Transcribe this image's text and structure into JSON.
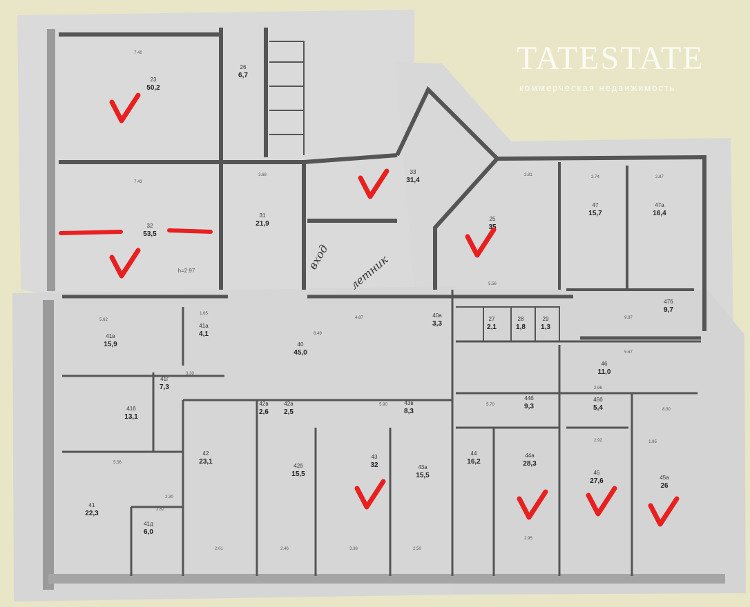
{
  "watermark": {
    "brand": "TATESTATE",
    "tagline": "коммерческая недвижимость"
  },
  "handwritten_note": [
    "вход",
    "летник"
  ],
  "ceiling_height": "h=2.97",
  "colors": {
    "paper": "#dcdcdc",
    "wall": "#555555",
    "mark": "#e82020",
    "table": "#e8e6c6"
  },
  "rooms": [
    {
      "num": "23",
      "area": "50,2",
      "marked": true
    },
    {
      "num": "26",
      "area": "6,7",
      "marked": false
    },
    {
      "num": "32",
      "area": "53,5",
      "marked": true
    },
    {
      "num": "31",
      "area": "21,9",
      "marked": false
    },
    {
      "num": "33",
      "area": "31,4",
      "marked": true
    },
    {
      "num": "25",
      "area": "35",
      "marked": true
    },
    {
      "num": "47",
      "area": "15,7",
      "marked": false
    },
    {
      "num": "47а",
      "area": "16,4",
      "marked": false
    },
    {
      "num": "47б",
      "area": "9,7",
      "marked": false
    },
    {
      "num": "41в",
      "area": "15,9",
      "marked": false
    },
    {
      "num": "41а",
      "area": "4,1",
      "marked": false
    },
    {
      "num": "40",
      "area": "45,0",
      "marked": false
    },
    {
      "num": "40а",
      "area": "3,3",
      "marked": false
    },
    {
      "num": "41б",
      "area": "13,1",
      "marked": false
    },
    {
      "num": "41г",
      "area": "7,3",
      "marked": false
    },
    {
      "num": "42в",
      "area": "2,6",
      "marked": false
    },
    {
      "num": "42а",
      "area": "2,5",
      "marked": false
    },
    {
      "num": "43в",
      "area": "8,3",
      "marked": false
    },
    {
      "num": "42",
      "area": "23,1",
      "marked": false
    },
    {
      "num": "42б",
      "area": "15,5",
      "marked": false
    },
    {
      "num": "43",
      "area": "32",
      "marked": true
    },
    {
      "num": "43а",
      "area": "15,5",
      "marked": false
    },
    {
      "num": "41",
      "area": "22,3",
      "marked": false
    },
    {
      "num": "41д",
      "area": "6,0",
      "marked": false
    },
    {
      "num": "44",
      "area": "16,2",
      "marked": false
    },
    {
      "num": "44а",
      "area": "28,3",
      "marked": true
    },
    {
      "num": "46",
      "area": "11,0",
      "marked": false
    },
    {
      "num": "44б",
      "area": "9,3",
      "marked": false
    },
    {
      "num": "45б",
      "area": "5,4",
      "marked": false
    },
    {
      "num": "45",
      "area": "27,6",
      "marked": true
    },
    {
      "num": "45а",
      "area": "26",
      "marked": true
    },
    {
      "num": "27",
      "area": "2,1",
      "marked": false
    },
    {
      "num": "28",
      "area": "1,8",
      "marked": false
    },
    {
      "num": "29",
      "area": "1,3",
      "marked": false
    }
  ],
  "dimensions": [
    "7.40",
    "7.43",
    "5.62",
    "1.65",
    "4.87",
    "8.49",
    "3.30",
    "5.90",
    "5.56",
    "2.30",
    "2.82",
    "2.01",
    "2.46",
    "3.38",
    "2.50",
    "2.81",
    "2.74",
    "2.87",
    "5.56",
    "9.87",
    "5.67",
    "5.70",
    "2.96",
    "2.92",
    "8.30",
    "2.95",
    "1.95",
    "3.68"
  ]
}
